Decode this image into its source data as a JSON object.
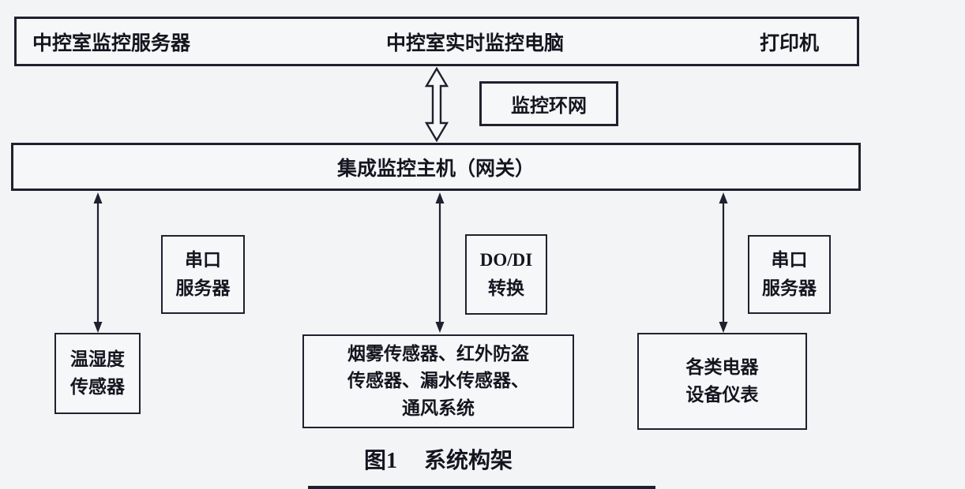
{
  "colors": {
    "line": "#20202e",
    "ink": "#15151f",
    "bg": "#f3f4f6",
    "boxbg": "#f6f7f9"
  },
  "top_row": {
    "items": [
      "中控室监控服务器",
      "中控室实时监控电脑",
      "打印机"
    ]
  },
  "ring_label": "监控环网",
  "gateway_label": "集成监控主机（网关）",
  "mid_boxes": [
    {
      "lines": [
        "串口",
        "服务器"
      ]
    },
    {
      "lines": [
        "DO/DI",
        "转换"
      ]
    },
    {
      "lines": [
        "串口",
        "服务器"
      ]
    }
  ],
  "bottom_boxes": [
    {
      "lines": [
        "温湿度",
        "传感器"
      ]
    },
    {
      "lines": [
        "烟雾传感器、红外防盗",
        "传感器、漏水传感器、",
        "通风系统"
      ]
    },
    {
      "lines": [
        "各类电器",
        "设备仪表"
      ]
    }
  ],
  "caption": {
    "prefix": "图1",
    "title": "系统构架"
  }
}
